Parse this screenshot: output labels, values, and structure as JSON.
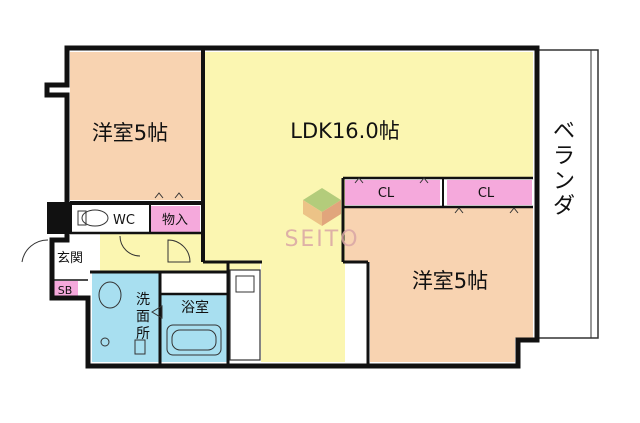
{
  "rooms": {
    "western_room_1": "洋室5帖",
    "ldk": "LDK16.0帖",
    "western_room_2": "洋室5帖",
    "closet_1": "CL",
    "closet_2": "CL",
    "toilet": "WC",
    "storage": "物入",
    "entrance": "玄関",
    "shoe_box": "SB",
    "washroom": "洗面所",
    "bathroom": "浴室",
    "veranda": "ベランダ"
  },
  "watermark": {
    "text": "SEITO"
  },
  "colors": {
    "western_room": "#f8d3b1",
    "ldk": "#fbf6b1",
    "closet": "#f5a9dc",
    "wet_area": "#a8dff0",
    "storage": "#f5a9dc",
    "wall": "#111111"
  }
}
